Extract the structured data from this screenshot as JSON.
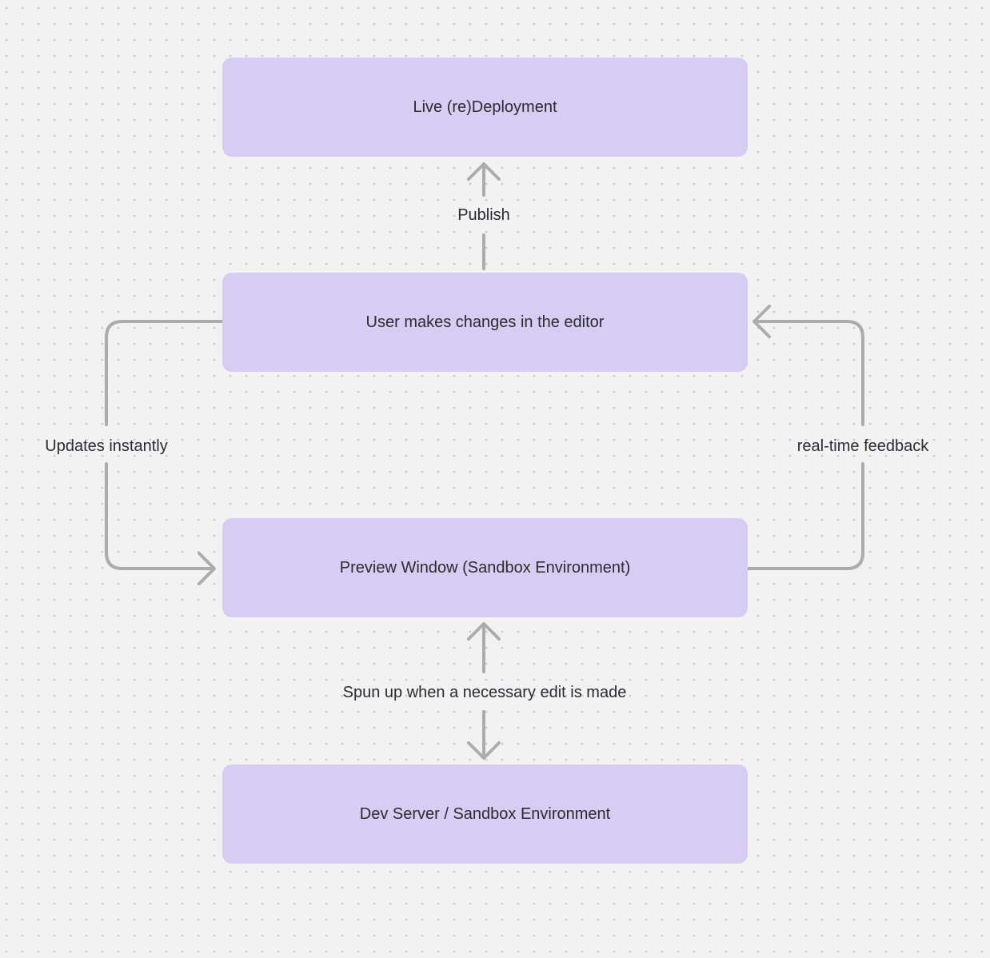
{
  "canvas": {
    "background": "#F2F2F2",
    "dot_color": "#C9C9C9",
    "node_fill": "#D7CDF3",
    "text_color": "#2B2B30",
    "arrow_color": "#ACACAC"
  },
  "nodes": [
    {
      "id": "live-redeployment",
      "label": "Live (re)Deployment"
    },
    {
      "id": "user-editor",
      "label": "User makes changes in the editor"
    },
    {
      "id": "preview-window",
      "label": "Preview Window (Sandbox Environment)"
    },
    {
      "id": "dev-server",
      "label": "Dev Server / Sandbox Environment"
    }
  ],
  "edges": [
    {
      "id": "publish",
      "label": "Publish",
      "from": "user-editor",
      "to": "live-redeployment"
    },
    {
      "id": "updates-instantly",
      "label": "Updates instantly",
      "from": "user-editor",
      "to": "preview-window"
    },
    {
      "id": "real-time-feedback",
      "label": "real-time feedback",
      "from": "preview-window",
      "to": "user-editor"
    },
    {
      "id": "spun-up",
      "label": "Spun up when a necessary edit is made",
      "from": "preview-window",
      "to": "dev-server"
    }
  ]
}
